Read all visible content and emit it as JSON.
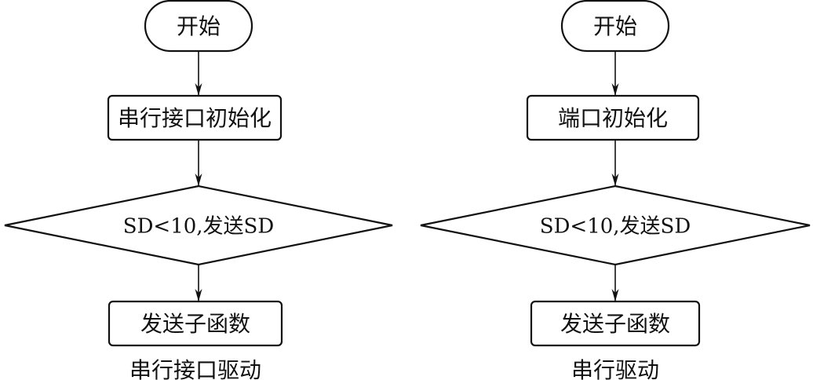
{
  "diagrams": [
    {
      "caption": "串行接口驱动",
      "nodes": [
        {
          "id": "start",
          "shape": "terminator",
          "label": "开始"
        },
        {
          "id": "init",
          "shape": "process",
          "label": "串行接口初始化"
        },
        {
          "id": "cond",
          "shape": "decision",
          "label": "SD<10,发送SD"
        },
        {
          "id": "send",
          "shape": "process",
          "label": "发送子函数"
        }
      ],
      "edges": [
        {
          "from": "start",
          "to": "init"
        },
        {
          "from": "init",
          "to": "cond"
        },
        {
          "from": "cond",
          "to": "send"
        }
      ]
    },
    {
      "caption": "串行驱动",
      "nodes": [
        {
          "id": "start",
          "shape": "terminator",
          "label": "开始"
        },
        {
          "id": "init",
          "shape": "process",
          "label": "端口初始化"
        },
        {
          "id": "cond",
          "shape": "decision",
          "label": "SD<10,发送SD"
        },
        {
          "id": "send",
          "shape": "process",
          "label": "发送子函数"
        }
      ],
      "edges": [
        {
          "from": "start",
          "to": "init"
        },
        {
          "from": "init",
          "to": "cond"
        },
        {
          "from": "cond",
          "to": "send"
        }
      ]
    }
  ]
}
